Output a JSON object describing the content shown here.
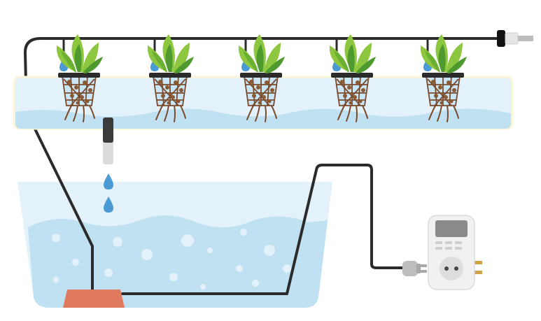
{
  "diagram": {
    "kind": "hydroponic-drip-system",
    "plant_count": 5,
    "components": [
      "irrigation-pipe",
      "drip-emitters",
      "net-pots",
      "grow-channel",
      "reservoir",
      "submersible-pump",
      "drain-outlet",
      "timer-socket",
      "power-plug"
    ],
    "colors": {
      "pipe": "#2b2b2b",
      "leaf_light": "#8dc63f",
      "leaf_dark": "#4f9a2e",
      "water_light": "#e3f2fa",
      "water_dark": "#bfe1f1",
      "drop": "#4a9ad6",
      "pump": "#e07a5f",
      "net_pot": "#7a4a2a",
      "timer_body": "#f1f1f1",
      "timer_screen": "#8a8a8a",
      "plug": "#bdbdbd"
    }
  }
}
